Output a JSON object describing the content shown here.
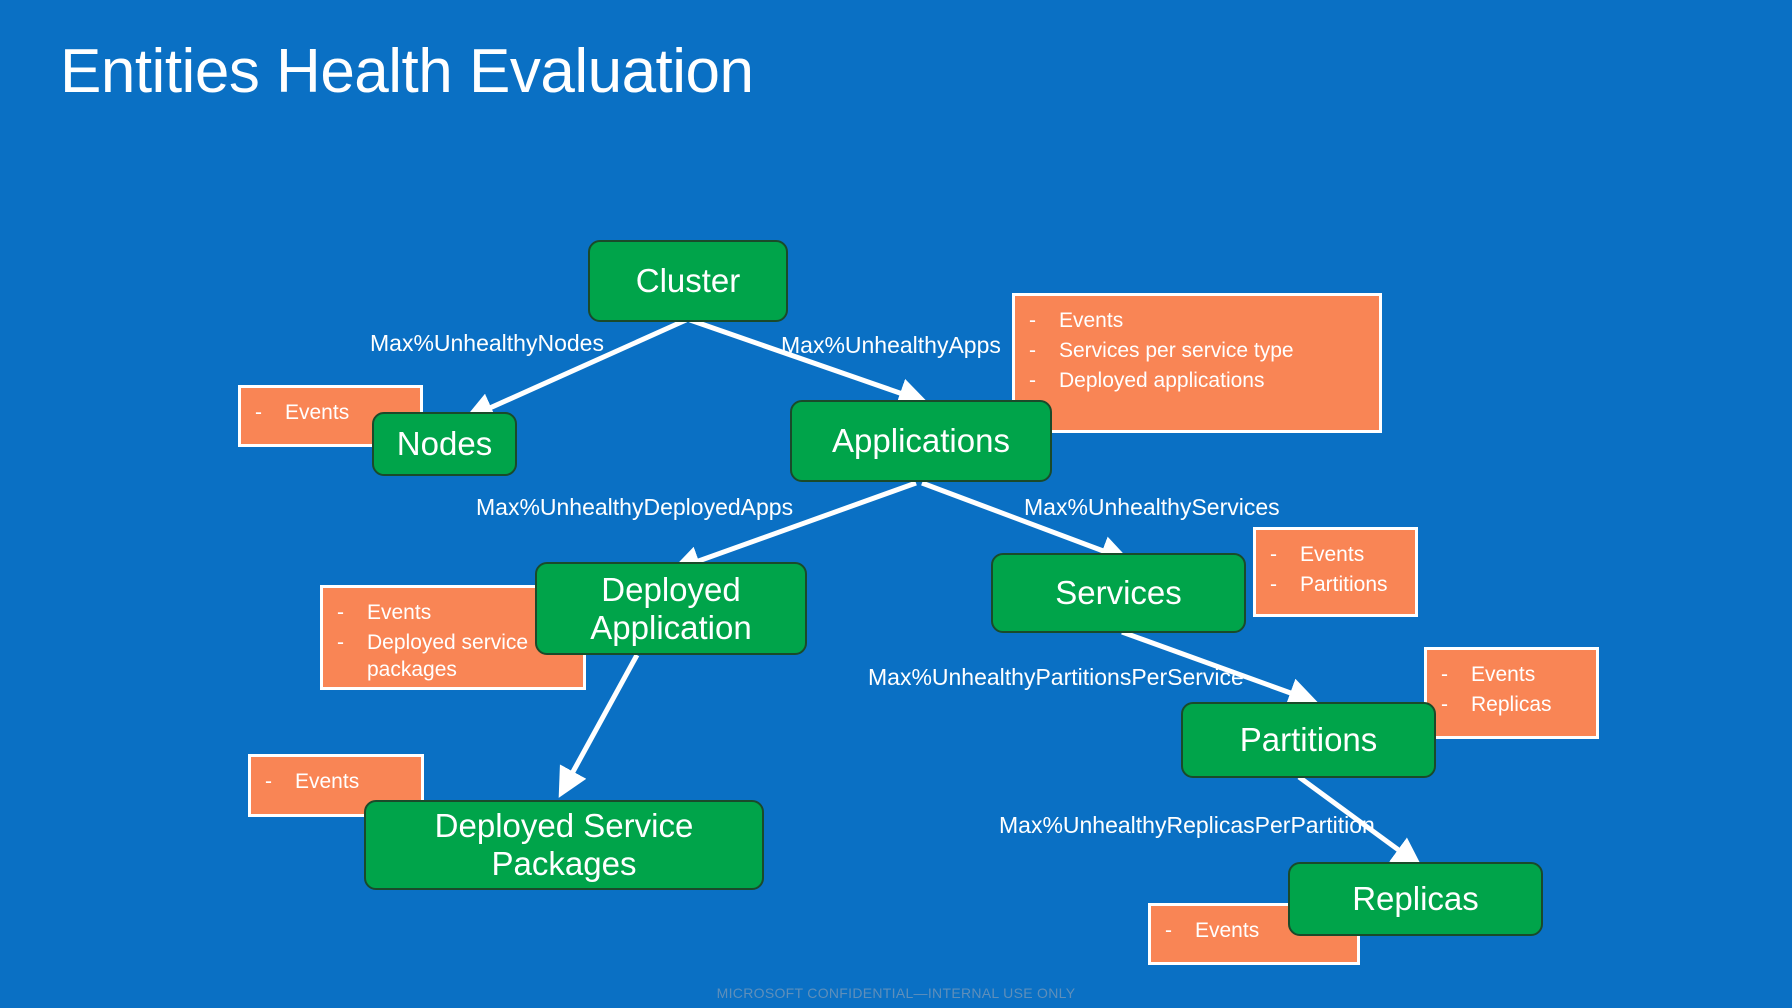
{
  "slide": {
    "title": "Entities Health Evaluation",
    "footer": "MICROSOFT CONFIDENTIAL—INTERNAL USE ONLY",
    "background_color": "#0a70c4",
    "node_color": "#00a44a",
    "node_border_color": "#1a4a2a",
    "callout_color": "#f98555",
    "callout_border_color": "#ffffff",
    "text_color": "#ffffff",
    "footer_color": "#5f8fba"
  },
  "nodes": [
    {
      "id": "cluster",
      "label": "Cluster"
    },
    {
      "id": "nodes",
      "label": "Nodes"
    },
    {
      "id": "applications",
      "label": "Applications"
    },
    {
      "id": "deployed-application",
      "label": "Deployed Application"
    },
    {
      "id": "services",
      "label": "Services"
    },
    {
      "id": "deployed-service-packages",
      "label": "Deployed Service Packages"
    },
    {
      "id": "partitions",
      "label": "Partitions"
    },
    {
      "id": "replicas",
      "label": "Replicas"
    }
  ],
  "edge_labels": [
    {
      "id": "max-unhealthy-nodes",
      "text": "Max%UnhealthyNodes"
    },
    {
      "id": "max-unhealthy-apps",
      "text": "Max%UnhealthyApps"
    },
    {
      "id": "max-unhealthy-deployed-apps",
      "text": "Max%UnhealthyDeployedApps"
    },
    {
      "id": "max-unhealthy-services",
      "text": "Max%UnhealthyServices"
    },
    {
      "id": "max-unhealthy-partitions-per-service",
      "text": "Max%UnhealthyPartitionsPerService"
    },
    {
      "id": "max-unhealthy-replicas-per-partition",
      "text": "Max%UnhealthyReplicasPerPartition"
    }
  ],
  "callouts": [
    {
      "id": "nodes-callout",
      "bullet": "-",
      "items": [
        "Events"
      ]
    },
    {
      "id": "applications-callout",
      "bullet": "-",
      "items": [
        "Events",
        "Services per service type",
        "Deployed applications"
      ]
    },
    {
      "id": "deployed-application-callout",
      "bullet": "-",
      "items": [
        "Events",
        "Deployed service packages"
      ]
    },
    {
      "id": "deployed-service-packages-callout",
      "bullet": "-",
      "items": [
        "Events"
      ]
    },
    {
      "id": "services-callout",
      "bullet": "-",
      "items": [
        "Events",
        "Partitions"
      ]
    },
    {
      "id": "partitions-callout",
      "bullet": "-",
      "items": [
        "Events",
        "Replicas"
      ]
    },
    {
      "id": "replicas-callout",
      "bullet": "-",
      "items": [
        "Events"
      ]
    }
  ]
}
